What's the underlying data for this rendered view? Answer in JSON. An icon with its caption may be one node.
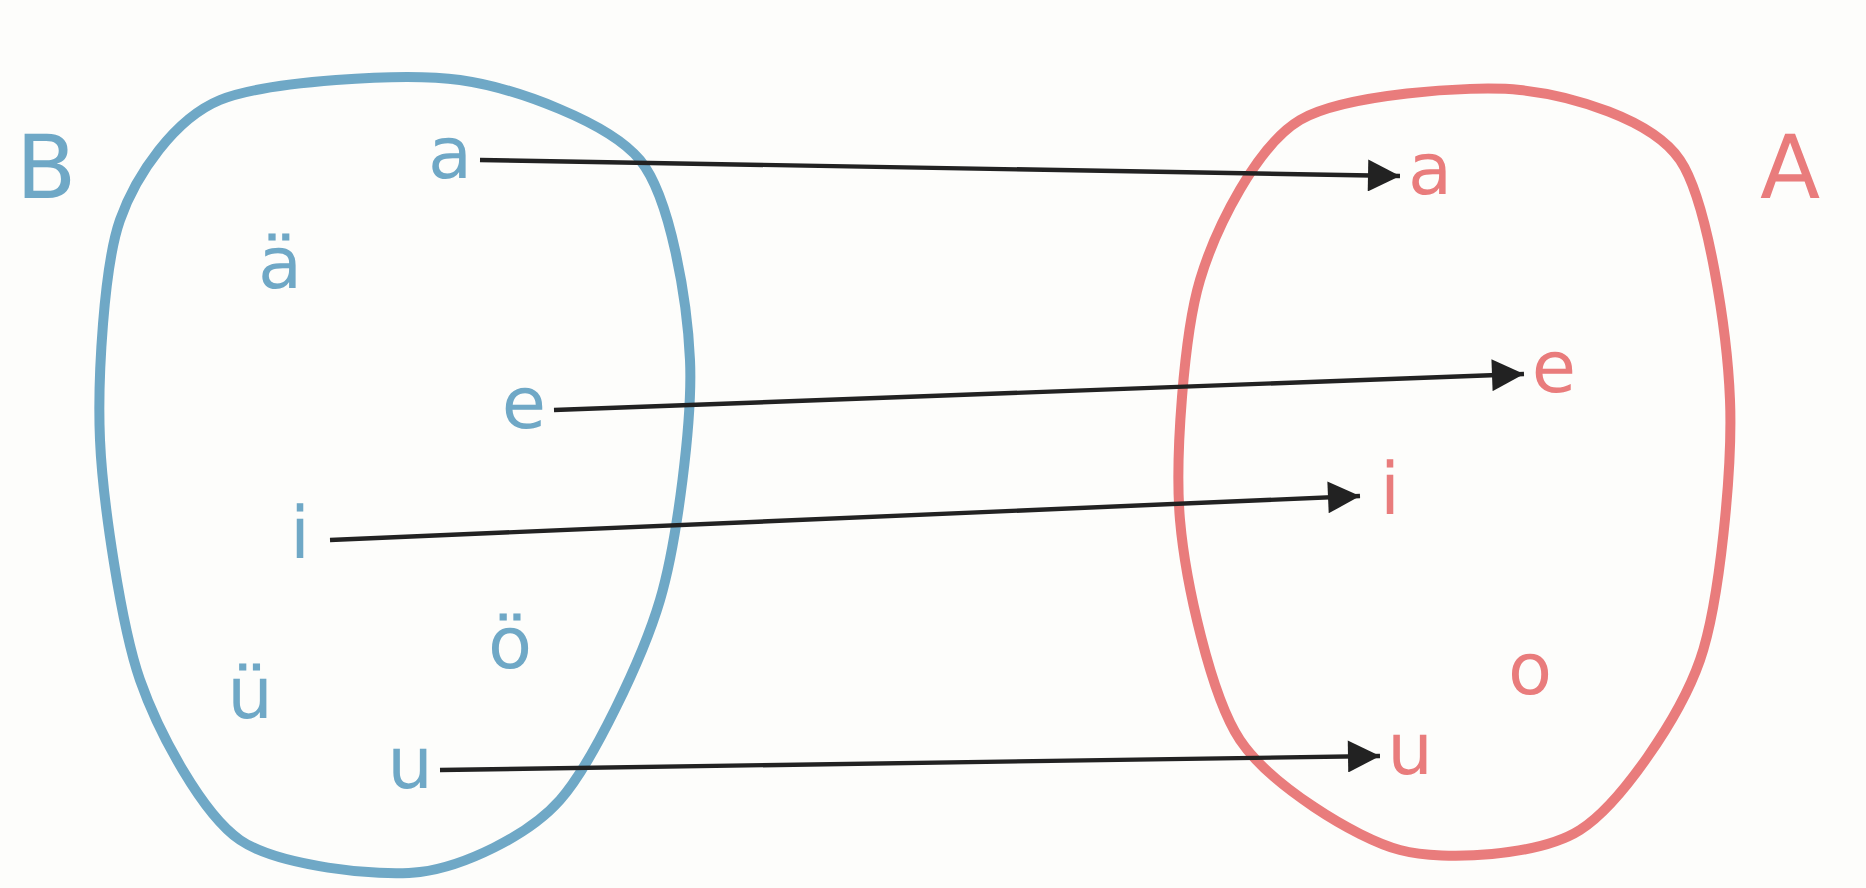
{
  "diagram": {
    "nodes": [
      {
        "text": [
          "B"
        ]
      },
      {
        "text": [
          "A"
        ]
      },
      {
        "text": [
          "a"
        ],
        "in": 0
      },
      {
        "text": [
          "ä"
        ],
        "in": 0
      },
      {
        "text": [
          "e"
        ],
        "in": 0
      },
      {
        "text": [
          "i"
        ],
        "in": 0
      },
      {
        "text": [
          "ö"
        ],
        "in": 0
      },
      {
        "text": [
          "ü"
        ],
        "in": 0
      },
      {
        "text": [
          "u"
        ],
        "in": 0
      },
      {
        "text": [
          "a"
        ],
        "in": 1
      },
      {
        "text": [
          "e"
        ],
        "in": 1
      },
      {
        "text": [
          "i"
        ],
        "in": 1
      },
      {
        "text": [
          "o"
        ],
        "in": 1
      },
      {
        "text": [
          "u"
        ],
        "in": 1
      }
    ],
    "edges": [
      {
        "from": 2,
        "to": 9,
        "arrow": "to"
      },
      {
        "from": 4,
        "to": 10,
        "arrow": "to"
      },
      {
        "from": 5,
        "to": 11,
        "arrow": "to"
      },
      {
        "from": 8,
        "to": 13,
        "arrow": "to"
      }
    ]
  }
}
